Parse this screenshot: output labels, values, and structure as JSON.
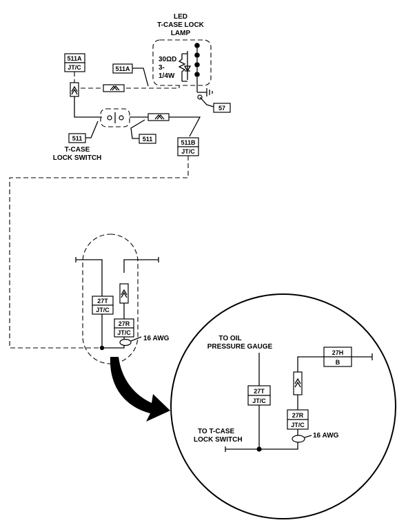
{
  "lamp": {
    "title_line1": "LED",
    "title_line2": "T-CASE LOCK",
    "title_line3": "LAMP",
    "resistor_line1": "30ΩD",
    "resistor_line2": "3-",
    "resistor_line3": "1/4W"
  },
  "wires": {
    "w511a_top": "511A",
    "jtc_top": "JT/C",
    "w511a_mid": "511A",
    "w57": "57",
    "w511_left": "511",
    "w511_right": "511",
    "w511b": "511B",
    "jtc_511b": "JT/C",
    "w27t_small": "27T",
    "jtc_27t_small": "JT/C",
    "w27r_small": "27R",
    "jtc_27r_small": "JT/C",
    "awg_small": "16 AWG",
    "w27h": "27H",
    "b_27h": "B",
    "w27t_large": "27T",
    "jtc_27t_large": "JT/C",
    "w27r_large": "27R",
    "jtc_27r_large": "JT/C",
    "awg_large": "16 AWG"
  },
  "labels": {
    "switch_line1": "T-CASE",
    "switch_line2": "LOCK SWITCH",
    "oil_line1": "TO OIL",
    "oil_line2": "PRESSURE GAUGE",
    "tcase_line1": "TO T-CASE",
    "tcase_line2": "LOCK SWITCH"
  }
}
